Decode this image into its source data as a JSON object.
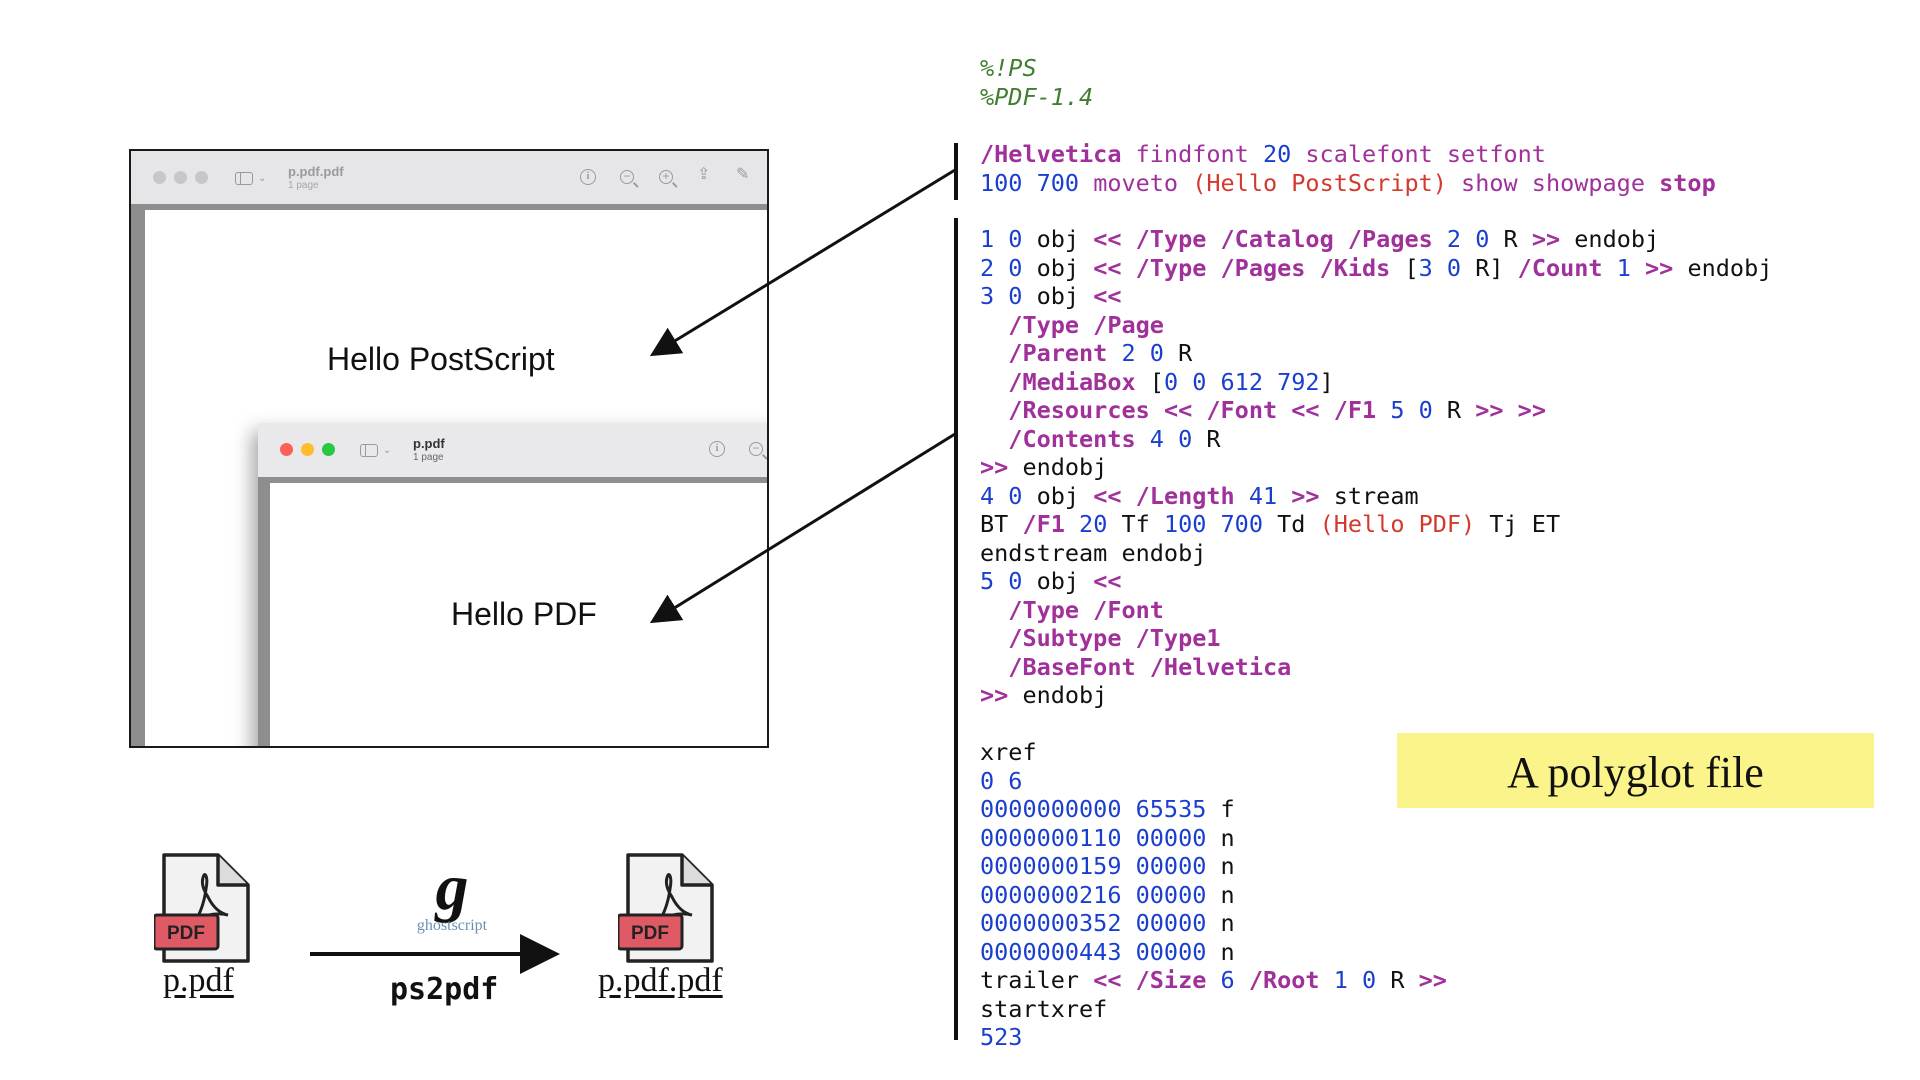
{
  "outer_window": {
    "title": "p.pdf.pdf",
    "subtitle": "1 page",
    "content": "Hello PostScript"
  },
  "inner_window": {
    "title": "p.pdf",
    "subtitle": "1 page",
    "content": "Hello PDF"
  },
  "pipeline": {
    "input_file": "p.pdf",
    "input_badge": "PDF",
    "tool_logo_glyph": "g",
    "tool_logo_word": "ghostscript",
    "tool_command": "ps2pdf",
    "output_file": "p.pdf.pdf",
    "output_badge": "PDF"
  },
  "code_header": [
    "%!PS",
    "%PDF-1.4"
  ],
  "code_ps": {
    "line1": [
      "/Helvetica",
      " findfont ",
      "20",
      " scalefont setfont"
    ],
    "line2": [
      "100 700",
      " moveto ",
      "(Hello PostScript)",
      " show showpage ",
      "stop"
    ]
  },
  "code_pdf": {
    "obj1": [
      "1 0",
      " obj ",
      "<<",
      " /Type /Catalog /Pages ",
      "2 0",
      " R ",
      ">>",
      " endobj"
    ],
    "obj2": [
      "2 0",
      " obj ",
      "<<",
      " /Type /Pages /Kids ",
      "[",
      "3 0",
      " R] ",
      "/Count ",
      "1",
      " >>",
      " endobj"
    ],
    "obj3": [
      "3 0",
      " obj ",
      "<<"
    ],
    "obj3_type": "  /Type /Page",
    "obj3_parent": [
      "  /Parent ",
      "2 0",
      " R"
    ],
    "obj3_mediabox": [
      "  /MediaBox ",
      "[",
      "0 0 612 792",
      "]"
    ],
    "obj3_resources": [
      "  /Resources ",
      "<<",
      " /Font ",
      "<<",
      " /F1 ",
      "5 0",
      " R ",
      ">> >>"
    ],
    "obj3_contents": [
      "  /Contents ",
      "4 0",
      " R"
    ],
    "obj3_end": [
      ">>",
      " endobj"
    ],
    "obj4": [
      "4 0",
      " obj ",
      "<<",
      " /Length ",
      "41",
      " >>",
      " stream"
    ],
    "stream": [
      "BT ",
      "/F1 ",
      "20",
      " Tf ",
      "100 700",
      " Td ",
      "(Hello PDF)",
      " Tj ET"
    ],
    "endstream": "endstream endobj",
    "obj5": [
      "5 0",
      " obj ",
      "<<"
    ],
    "obj5_type": "  /Type /Font",
    "obj5_subtype": "  /Subtype /Type1",
    "obj5_basefont": "  /BaseFont /Helvetica",
    "obj5_end": [
      ">>",
      " endobj"
    ],
    "xref": "xref",
    "xref_range": "0 6",
    "xref_entries": [
      [
        "0000000000 65535",
        " f"
      ],
      [
        "0000000110 00000",
        " n"
      ],
      [
        "0000000159 00000",
        " n"
      ],
      [
        "0000000216 00000",
        " n"
      ],
      [
        "0000000352 00000",
        " n"
      ],
      [
        "0000000443 00000",
        " n"
      ]
    ],
    "trailer": [
      "trailer ",
      "<< /Size ",
      "6",
      " /Root ",
      "1 0",
      " R ",
      ">>"
    ],
    "startxref": "startxref",
    "offset": "523"
  },
  "label": "A polyglot file",
  "colors": {
    "comment": "#3f7f2f",
    "keyword": "#a0309a",
    "number": "#1a3fcf",
    "string": "#d23a2d",
    "label_bg": "#fbf48a"
  }
}
